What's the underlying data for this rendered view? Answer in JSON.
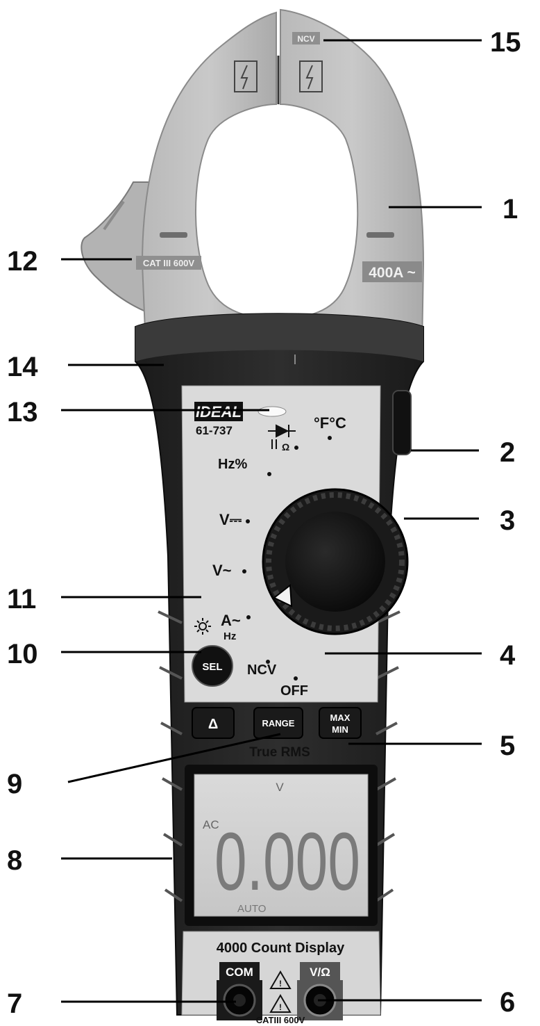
{
  "callouts": [
    "1",
    "2",
    "3",
    "4",
    "5",
    "6",
    "7",
    "8",
    "9",
    "10",
    "11",
    "12",
    "13",
    "14",
    "15"
  ],
  "jaw": {
    "ncv": "NCV",
    "cat": "CAT III 600V",
    "rating": "400A ~"
  },
  "brand": {
    "logo": "IDEAL",
    "model": "61-737"
  },
  "dial": {
    "temp": "°F°C",
    "hz": "Hz%",
    "vdc": "V⎓",
    "vac": "V~",
    "aac": "A~",
    "aac_hz": "Hz",
    "ncv": "NCV",
    "off": "OFF"
  },
  "buttons": {
    "sel": "SEL",
    "delta": "Δ",
    "range": "RANGE",
    "max": "MAX",
    "min": "MIN"
  },
  "texts": {
    "true_rms": "True RMS",
    "count": "4000 Count Display",
    "com": "COM",
    "vohm": "V/Ω",
    "cat_jack": "CATIII 600V"
  },
  "lcd": {
    "unit": "V",
    "mode": "AC",
    "reading": "0.000",
    "auto": "AUTO"
  }
}
